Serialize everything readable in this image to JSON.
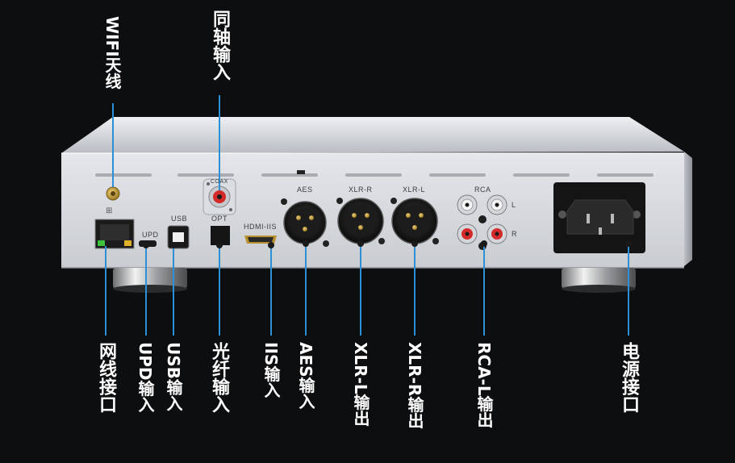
{
  "device_labels": {
    "upd": "UPD",
    "usb": "USB",
    "opt": "OPT",
    "hdmi_iis": "HDMI-IIS",
    "aes": "AES",
    "xlr_r": "XLR-R",
    "xlr_l": "XLR-L",
    "rca": "RCA",
    "rca_l": "L",
    "rca_r": "R",
    "coax": "COAX"
  },
  "callouts": {
    "wifi_antenna": "WIFI天线",
    "coax_input": "同轴输入",
    "network_port": "网线接口",
    "upd_input": "UPD输入",
    "usb_input": "USB输入",
    "optical_input": "光纤输入",
    "iis_input": "IIS输入",
    "aes_input": "AES输入",
    "xlr_l_output": "XLR-L输出",
    "xlr_r_output": "XLR-R输出",
    "rca_l_output": "RCA-L输出",
    "power_port": "电源接口"
  },
  "colors": {
    "background": "#0d0e10",
    "chassis": "#d6d8dc",
    "leader_line": "#2d8fd6",
    "callout_text": "#ffffff",
    "rca_red": "#d8282a",
    "gold": "#c9a13a"
  }
}
